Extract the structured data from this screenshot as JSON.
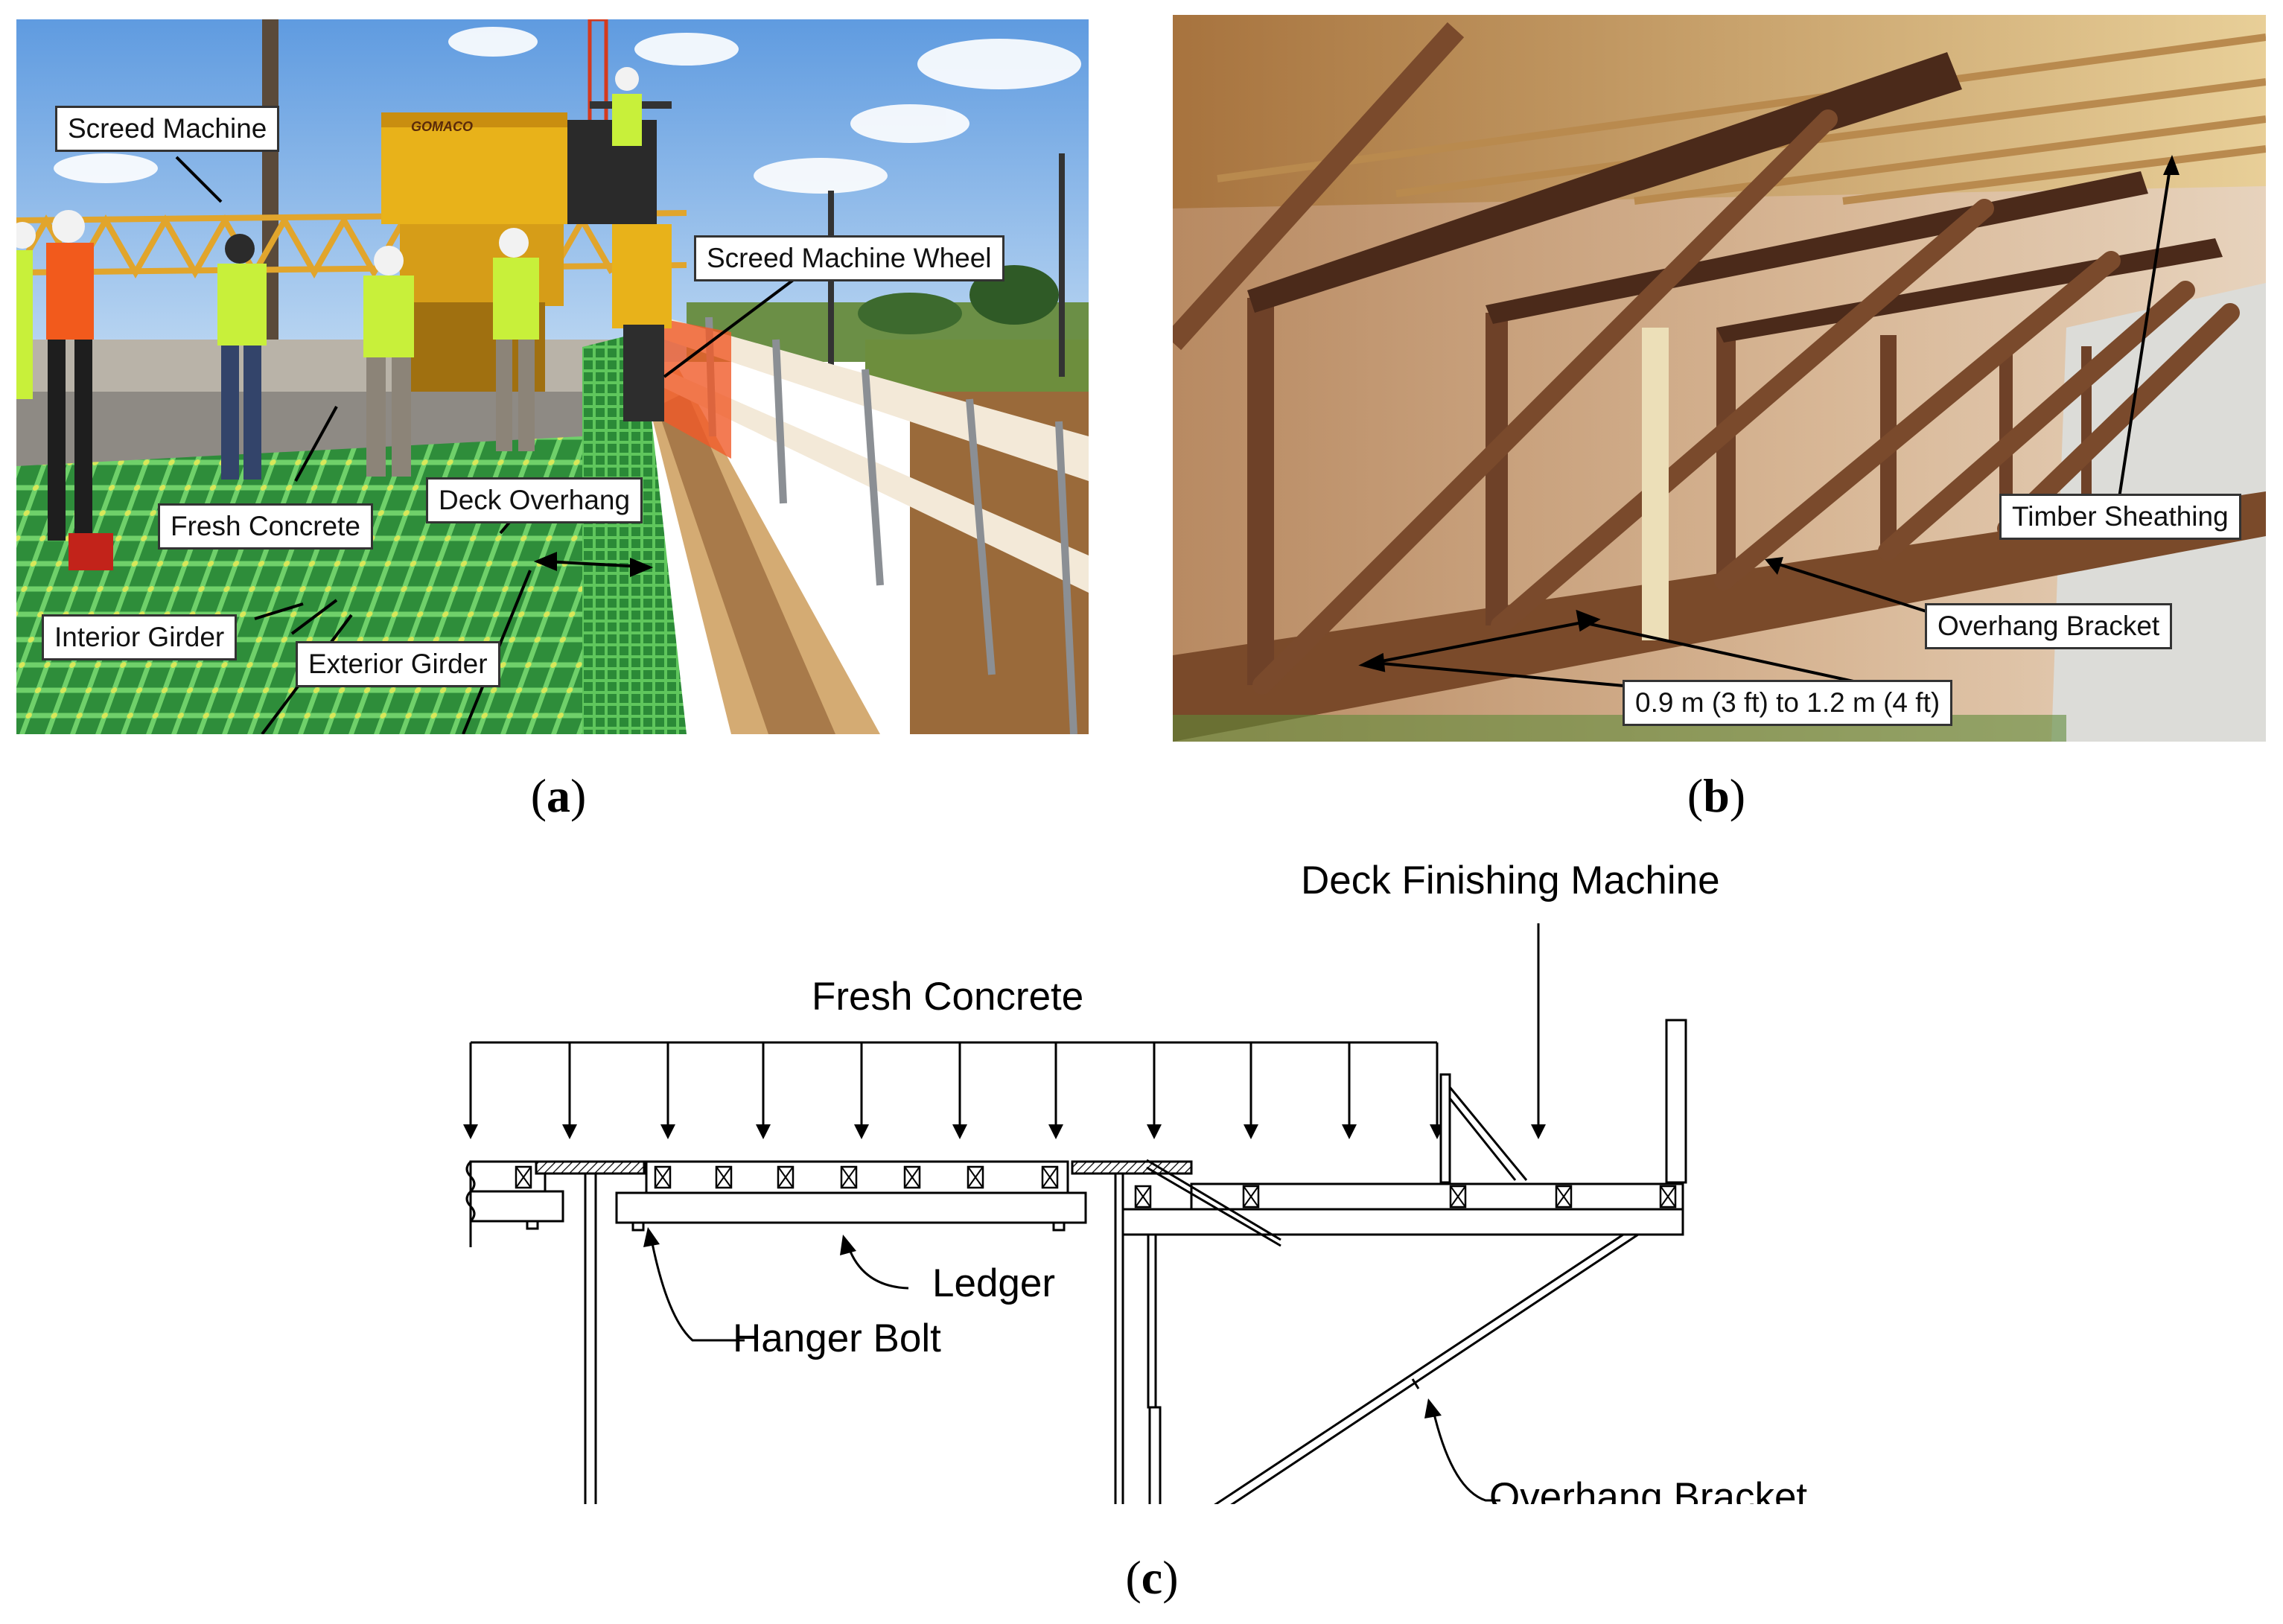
{
  "panel_a": {
    "caption": "a",
    "callouts": {
      "screed_machine": "Screed Machine",
      "screed_machine_wheel": "Screed Machine Wheel",
      "deck_overhang": "Deck Overhang",
      "fresh_concrete": "Fresh Concrete",
      "interior_girder": "Interior Girder",
      "exterior_girder": "Exterior Girder"
    },
    "machine_brand": "GOMACO"
  },
  "panel_b": {
    "caption": "b",
    "callouts": {
      "timber_sheathing": "Timber Sheathing",
      "overhang_bracket": "Overhang Bracket",
      "spacing": "0.9 m (3 ft) to 1.2 m (4 ft)"
    }
  },
  "panel_c": {
    "caption": "c",
    "labels": {
      "deck_finishing_machine": "Deck Finishing Machine",
      "fresh_concrete": "Fresh Concrete",
      "ledger": "Ledger",
      "hanger_bolt": "Hanger Bolt",
      "overhang_bracket": "Overhang Bracket"
    }
  },
  "colors": {
    "sky": "#7fb2e6",
    "rebar_green": "#3fae3f",
    "hivis_yellow": "#c8f03a",
    "machine_yellow": "#e8b21a",
    "rust": "#6e3f26",
    "timber": "#d9b27a",
    "girder_web": "#c9a685"
  }
}
